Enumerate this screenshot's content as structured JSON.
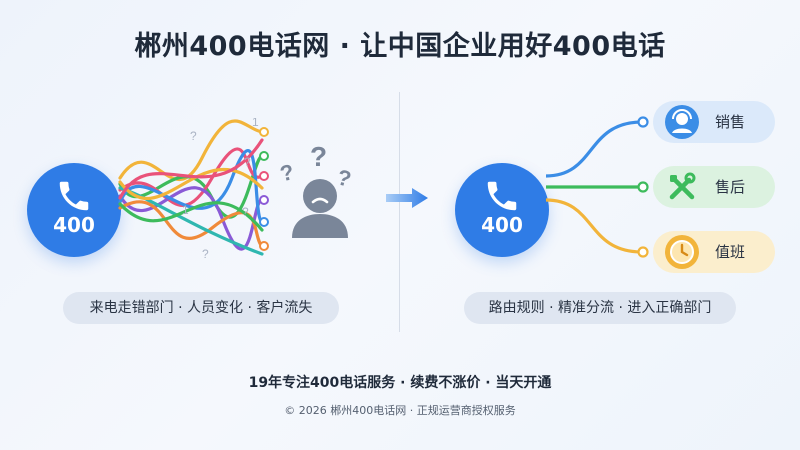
{
  "title": "郴州400电话网 · 让中国企业用好400电话",
  "left": {
    "phone_number": "400",
    "caption": "来电走错部门 · 人员变化 · 客户流失"
  },
  "right": {
    "phone_number": "400",
    "caption": "路由规则 · 精准分流 · 进入正确部门",
    "destinations": [
      {
        "label": "销售",
        "icon": "headset-agent-icon",
        "color": "#3b8de6"
      },
      {
        "label": "售后",
        "icon": "tools-icon",
        "color": "#3dbb5c"
      },
      {
        "label": "值班",
        "icon": "clock-icon",
        "color": "#f2b43a"
      }
    ]
  },
  "colors": {
    "accent": "#2f7ce6",
    "blue_line": "#3b8de6",
    "green_line": "#3dbb5c",
    "orange_line": "#f2b43a"
  },
  "footer": {
    "slogan": "19年专注400电话服务 · 续费不涨价 · 当天开通",
    "copyright": "© 2026 郴州400电话网 · 正规运营商授权服务"
  }
}
